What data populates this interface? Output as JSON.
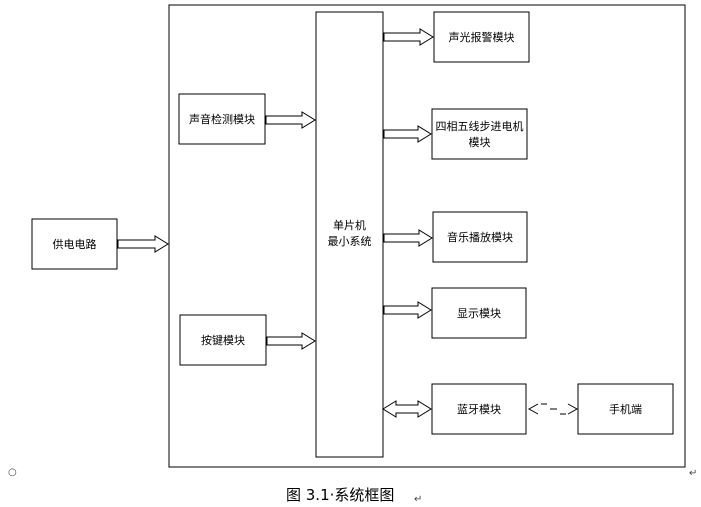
{
  "diagram": {
    "power_supply": "供电电路",
    "sound_detect": "声音检测模块",
    "key": "按键模块",
    "mcu_line1": "单片机",
    "mcu_line2": "最小系统",
    "alarm": "声光报警模块",
    "motor_line1": "四相五线步进电机",
    "motor_line2": "模块",
    "music": "音乐播放模块",
    "display": "显示模块",
    "bluetooth": "蓝牙模块",
    "phone": "手机端"
  },
  "caption": "图 3.1·系统框图",
  "marks": {
    "bullet": "○",
    "return_right": "↵",
    "return_caption": "↵"
  }
}
